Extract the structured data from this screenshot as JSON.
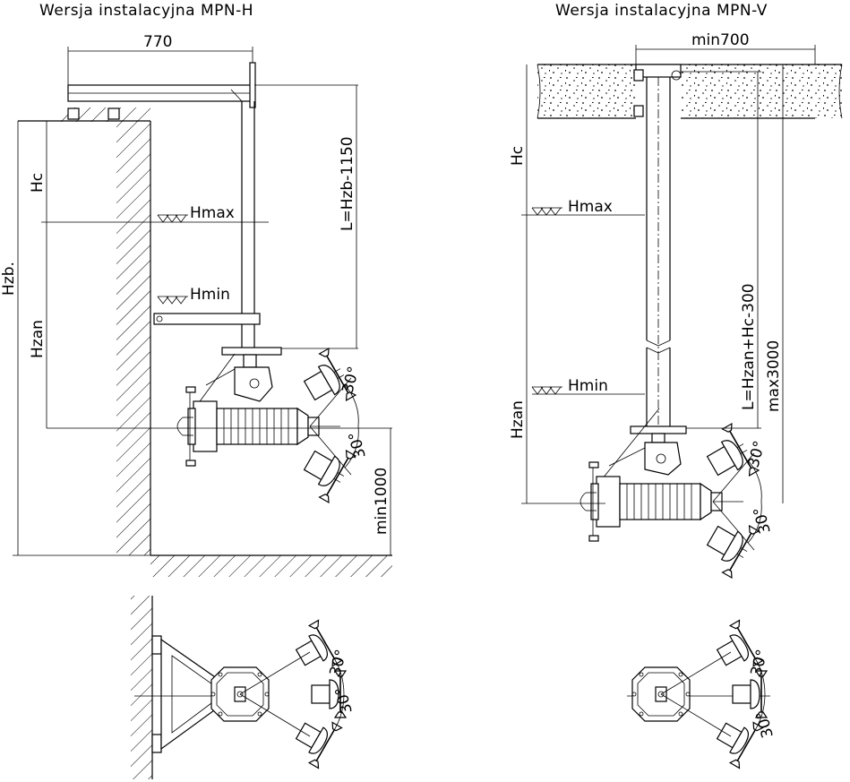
{
  "left_view": {
    "title": "Wersja instalacyjna MPN-H",
    "dim_width": "770",
    "dim_length": "L=Hzb-1150",
    "label_hzb": "Hzb.",
    "label_hc": "Hc",
    "label_hzan": "Hzan",
    "label_hmax": "Hmax",
    "label_hmin": "Hmin",
    "dim_min_depth": "min1000",
    "angle_upper": "30°",
    "angle_lower": "30°"
  },
  "right_view": {
    "title": "Wersja instalacyjna MPN-V",
    "dim_width": "min700",
    "dim_length": "L=Hzan+Hc-300",
    "dim_max": "max3000",
    "label_hc": "Hc",
    "label_hzan": "Hzan",
    "label_hmax": "Hmax",
    "label_hmin": "Hmin",
    "angle_upper": "30°",
    "angle_lower": "30°"
  },
  "left_plan": {
    "angle_upper": "30°",
    "angle_lower": "30°"
  },
  "right_plan": {
    "angle_upper": "30°",
    "angle_lower": "30°"
  }
}
